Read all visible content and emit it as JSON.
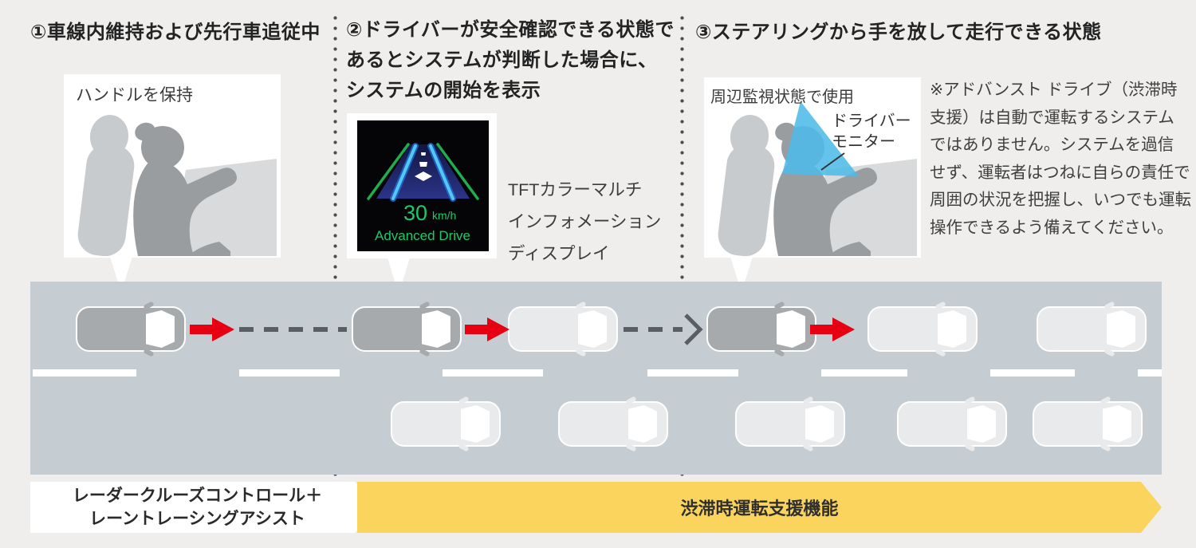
{
  "headings": {
    "step1": "①車線内維持および先行車追従中",
    "step2_lines": [
      "②ドライバーが安全確認できる状態で",
      "あるとシステムが判断した場合に、",
      "システムの開始を表示"
    ],
    "step3": "③ステアリングから手を放して走行できる状態"
  },
  "callouts": {
    "hold_wheel": "ハンドルを保持",
    "surround_monitoring": "周辺監視状態で使用",
    "driver_monitor_lines": [
      "ドライバー",
      "モニター"
    ]
  },
  "display": {
    "speed": "30",
    "speed_unit": "km/h",
    "mode": "Advanced Drive",
    "label_lines": [
      "TFTカラーマルチ",
      "インフォメーション",
      "ディスプレイ"
    ]
  },
  "note_lines": [
    "※アドバンスト ドライブ（渋滞時",
    "支援）は自動で運転するシステム",
    "ではありません。システムを過信",
    "せず、運転者はつねに自らの責任で",
    "周囲の状況を把握し、いつでも運転",
    "操作できるよう備えてください。"
  ],
  "banners": {
    "left_lines": [
      "レーダークルーズコントロール＋",
      "レーントレーシングアシスト"
    ],
    "right": "渋滞時運転支援機能"
  },
  "colors": {
    "background": "#efeeec",
    "road": "#c5ccd2",
    "card": "#ffffff",
    "accent_red": "#e60012",
    "banner_yellow": "#fbd45e",
    "monitor_cone_cyan": "#4dbbe8",
    "display_green": "#1ec96a",
    "ego_car_gray": "#a6aaac",
    "traffic_car_white": "#e9eaeb"
  }
}
